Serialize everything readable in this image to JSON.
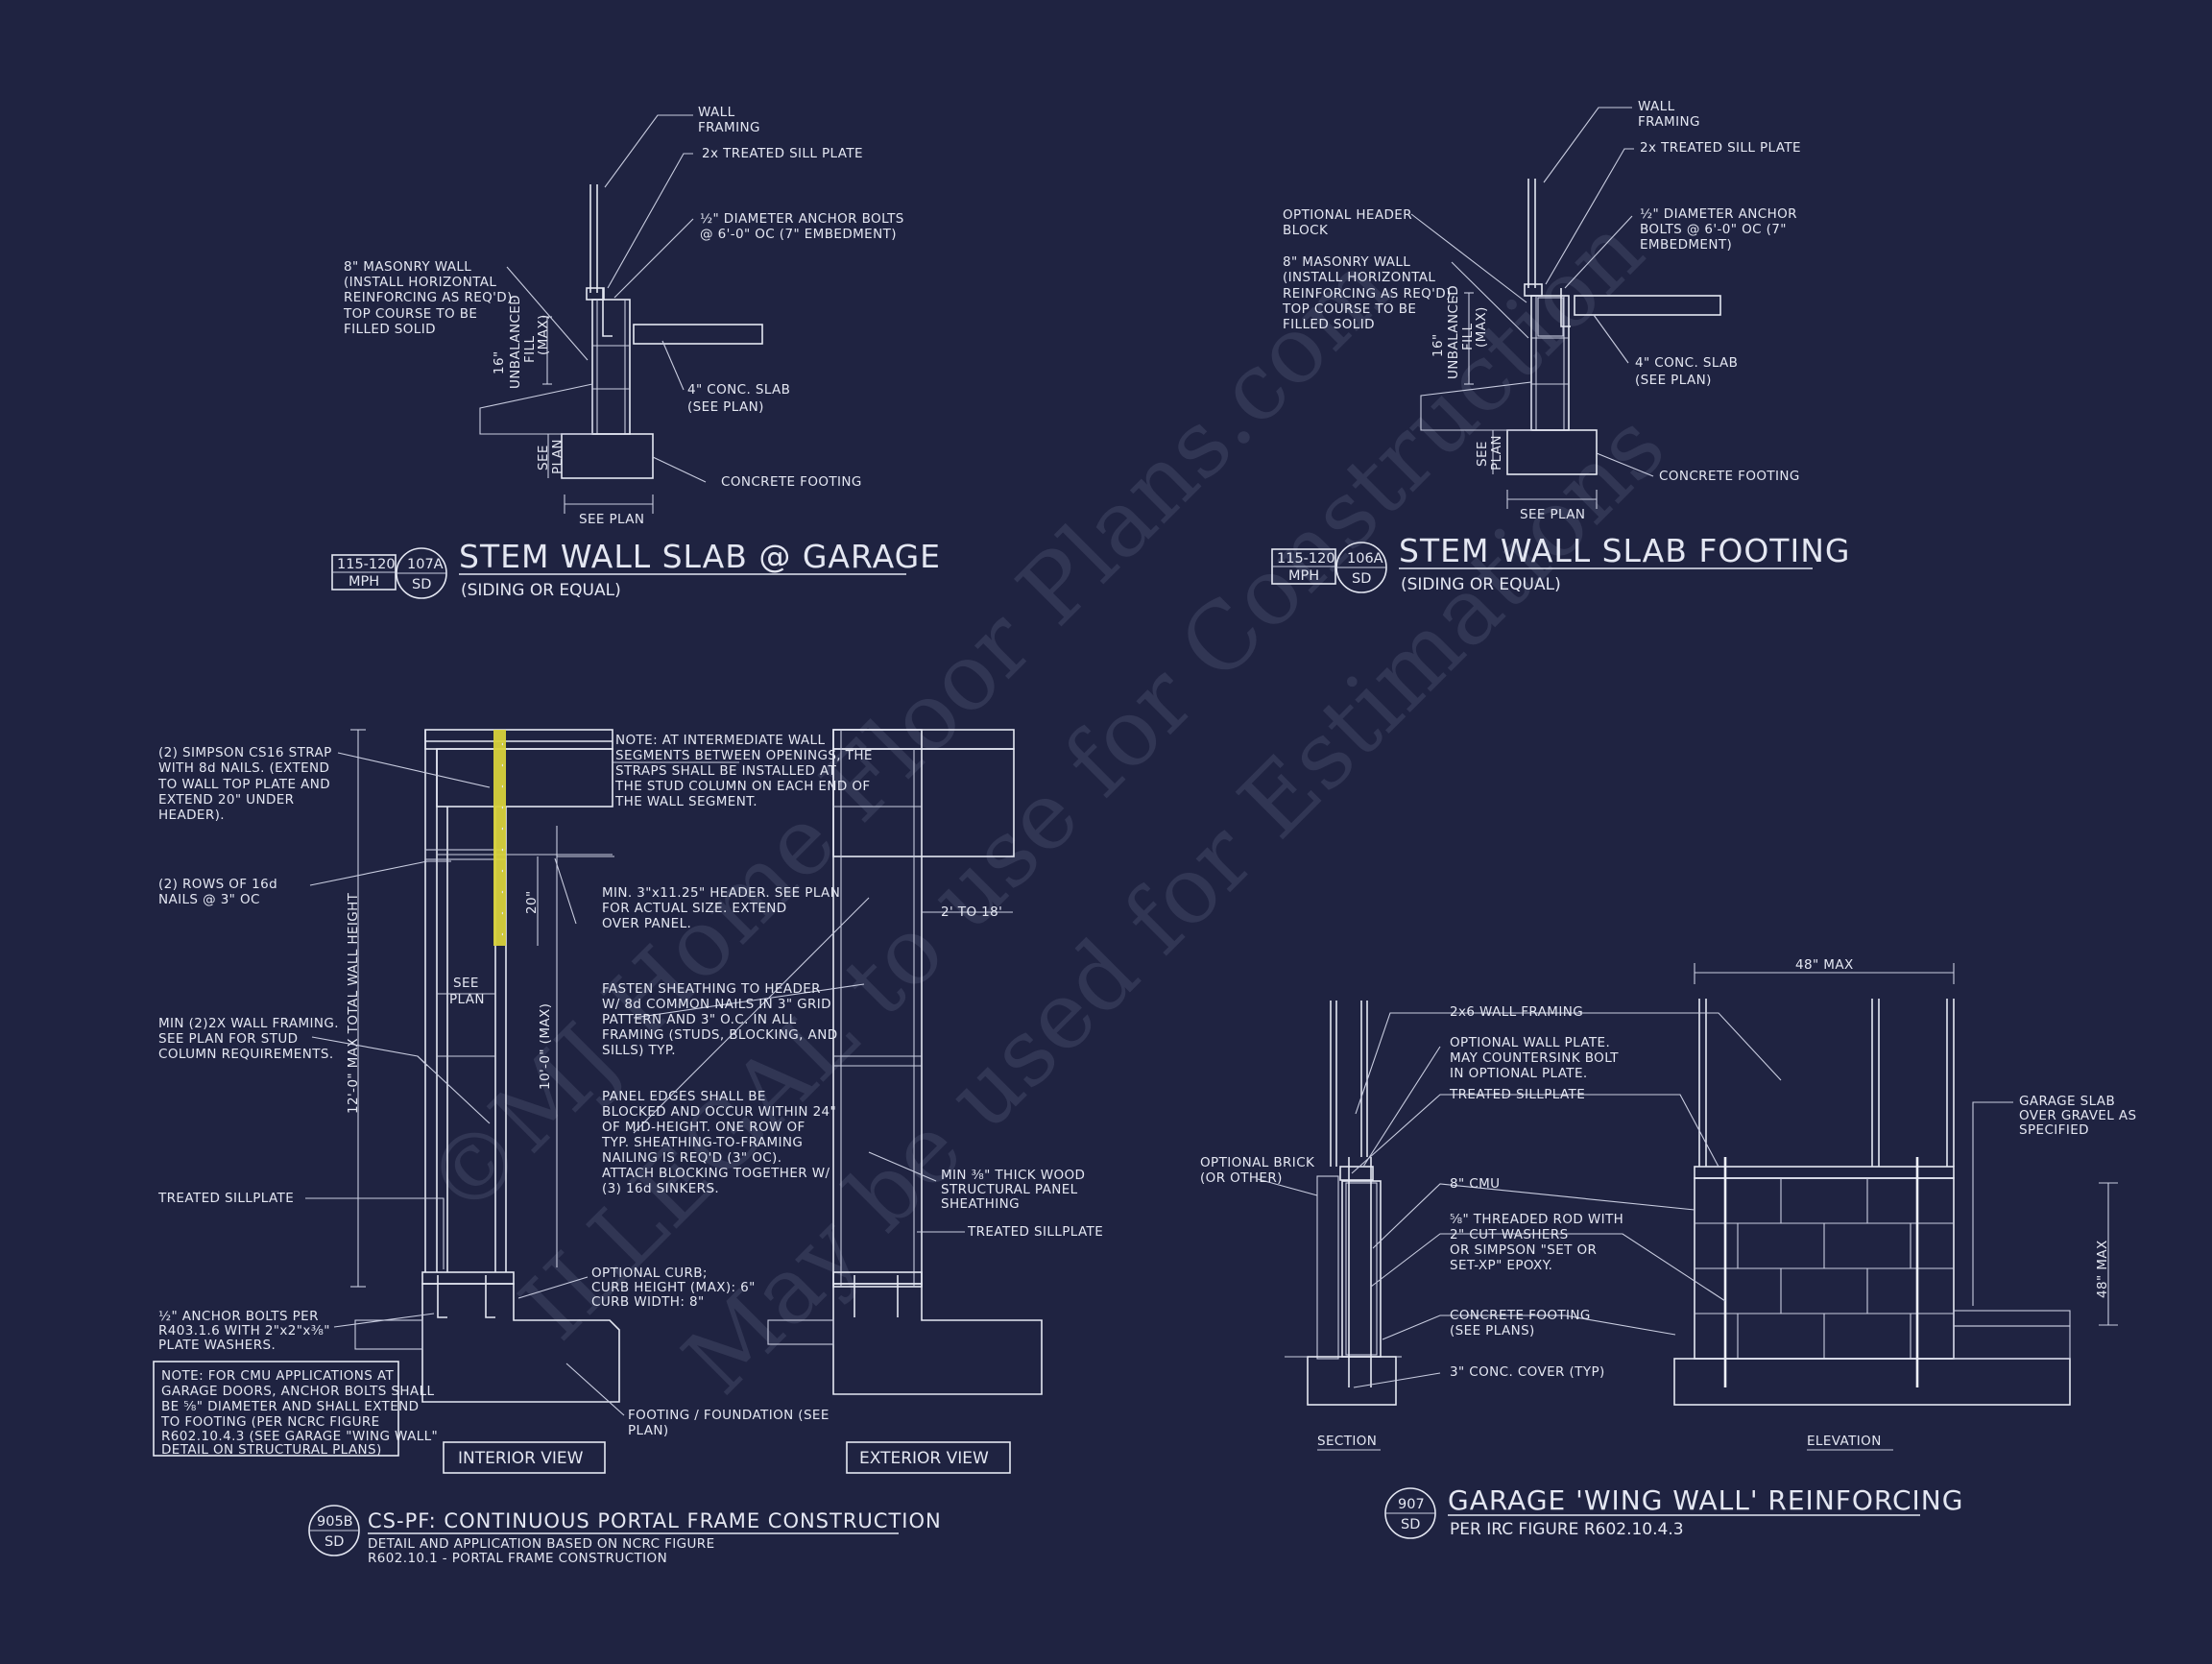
{
  "watermark": {
    "line1": "©MJ Home Floor Plans.com",
    "line2": "ILLEGAL to use for Construction",
    "line3": "May be used for Estimations"
  },
  "d1": {
    "num": "107A",
    "sht": "SD",
    "wind_top": "115-120",
    "wind_bot": "MPH",
    "title": "STEM WALL SLAB @ GARAGE",
    "subtitle": "(SIDING OR EQUAL)",
    "l_wall": [
      "WALL",
      "FRAMING"
    ],
    "l_sill": "2x TREATED SILL PLATE",
    "l_bolts": [
      "½\" DIAMETER ANCHOR BOLTS",
      "@ 6'-0\" OC (7\" EMBEDMENT)"
    ],
    "l_mas": [
      "8\" MASONRY WALL",
      "(INSTALL HORIZONTAL",
      "REINFORCING AS REQ'D).",
      "TOP COURSE TO BE",
      "FILLED SOLID"
    ],
    "l_slab": [
      "4\" CONC. SLAB",
      "(SEE PLAN)"
    ],
    "l_foot": "CONCRETE FOOTING",
    "dim_fill": [
      "16\"",
      "UNBALANCED",
      "FILL",
      "(MAX)"
    ],
    "dim_seeplan_v": [
      "SEE",
      "PLAN"
    ],
    "dim_seeplan_h": "SEE PLAN"
  },
  "d2": {
    "num": "106A",
    "sht": "SD",
    "wind_top": "115-120",
    "wind_bot": "MPH",
    "title": "STEM WALL SLAB FOOTING",
    "subtitle": "(SIDING OR EQUAL)",
    "l_wall": [
      "WALL",
      "FRAMING"
    ],
    "l_sill": "2x TREATED SILL PLATE",
    "l_bolts": [
      "½\" DIAMETER ANCHOR",
      "BOLTS @ 6'-0\" OC (7\"",
      "EMBEDMENT)"
    ],
    "l_hdr": [
      "OPTIONAL HEADER",
      "BLOCK"
    ],
    "l_mas": [
      "8\" MASONRY WALL",
      "(INSTALL HORIZONTAL",
      "REINFORCING AS REQ'D).",
      "TOP COURSE TO BE",
      "FILLED SOLID"
    ],
    "l_slab": [
      "4\" CONC. SLAB",
      "(SEE PLAN)"
    ],
    "l_foot": "CONCRETE FOOTING",
    "dim_fill": [
      "16\"",
      "UNBALANCED",
      "FILL",
      "(MAX)"
    ],
    "dim_seeplan_v": [
      "SEE",
      "PLAN"
    ],
    "dim_seeplan_h": "SEE PLAN"
  },
  "d3": {
    "num": "905B",
    "sht": "SD",
    "title": "CS-PF: CONTINUOUS PORTAL FRAME CONSTRUCTION",
    "sub1": "DETAIL AND APPLICATION BASED ON NCRC FIGURE",
    "sub2": "R602.10.1 - PORTAL FRAME CONSTRUCTION",
    "l_strap": [
      "(2) SIMPSON CS16 STRAP",
      "WITH 8d NAILS. (EXTEND",
      "TO WALL TOP PLATE AND",
      "EXTEND 20\" UNDER",
      "HEADER)."
    ],
    "l_nails": [
      "(2) ROWS OF 16d",
      "NAILS @ 3\" OC"
    ],
    "l_framing": [
      "MIN (2)2X WALL FRAMING.",
      "SEE PLAN FOR STUD",
      "COLUMN REQUIREMENTS."
    ],
    "l_sill": "TREATED SILLPLATE",
    "l_anchor": [
      "½\" ANCHOR BOLTS PER",
      "R403.1.6 WITH 2\"x2\"x⅜\"",
      "PLATE WASHERS."
    ],
    "note_box": [
      "NOTE: FOR CMU APPLICATIONS AT",
      "GARAGE DOORS, ANCHOR BOLTS SHALL",
      "BE ⅝\" DIAMETER AND SHALL EXTEND",
      "TO FOOTING (PER NCRC FIGURE",
      "R602.10.4.3 (SEE GARAGE \"WING WALL\"",
      "DETAIL ON STRUCTURAL PLANS)"
    ],
    "note_top": [
      "NOTE: AT INTERMEDIATE WALL",
      "SEGMENTS BETWEEN OPENINGS, THE",
      "STRAPS SHALL BE INSTALLED AT",
      "THE STUD COLUMN ON EACH END OF",
      "THE WALL SEGMENT."
    ],
    "l_header": [
      "MIN. 3\"x11.25\" HEADER. SEE PLAN",
      "FOR ACTUAL SIZE. EXTEND",
      "OVER PANEL."
    ],
    "l_fasten": [
      "FASTEN SHEATHING TO HEADER",
      "W/ 8d COMMON NAILS IN 3\" GRID",
      "PATTERN AND 3\" O.C. IN ALL",
      "FRAMING (STUDS, BLOCKING, AND",
      "SILLS) TYP."
    ],
    "l_panel": [
      "PANEL EDGES SHALL BE",
      "BLOCKED AND OCCUR WITHIN 24\"",
      "OF MID-HEIGHT. ONE ROW OF",
      "TYP. SHEATHING-TO-FRAMING",
      "NAILING IS REQ'D (3\" OC).",
      "ATTACH BLOCKING TOGETHER W/",
      "(3) 16d SINKERS."
    ],
    "l_curb": [
      "OPTIONAL CURB;",
      "CURB HEIGHT (MAX): 6\"",
      "CURB WIDTH: 8\""
    ],
    "l_footing": [
      "FOOTING / FOUNDATION (SEE",
      "PLAN)"
    ],
    "l_sheath": [
      "MIN ⅜\" THICK WOOD",
      "STRUCTURAL PANEL",
      "SHEATHING"
    ],
    "l_sill2": "TREATED SILLPLATE",
    "dim_total": "12'-0\" MAX TOTAL WALL HEIGHT",
    "dim_10": "10'-0\" (MAX)",
    "dim_20": "20\"",
    "dim_218": "2' TO 18'",
    "seeplan": [
      "SEE",
      "PLAN"
    ],
    "view_int": "INTERIOR VIEW",
    "view_ext": "EXTERIOR VIEW"
  },
  "d4": {
    "num": "907",
    "sht": "SD",
    "title": "GARAGE 'WING WALL' REINFORCING",
    "sub": "PER IRC FIGURE R602.10.4.3",
    "l_2x6": "2x6 WALL FRAMING",
    "l_plate": [
      "OPTIONAL WALL PLATE.",
      "MAY COUNTERSINK BOLT",
      "IN OPTIONAL PLATE."
    ],
    "l_sill": "TREATED SILLPLATE",
    "l_brick": [
      "OPTIONAL BRICK",
      "(OR OTHER)"
    ],
    "l_cmu": "8\" CMU",
    "l_rod": [
      "⅝\" THREADED ROD WITH",
      "2\" CUT WASHERS",
      "OR SIMPSON \"SET OR",
      "SET-XP\" EPOXY."
    ],
    "l_foot": [
      "CONCRETE FOOTING",
      "(SEE PLANS)"
    ],
    "l_cover": "3\" CONC. COVER (TYP)",
    "l_garage": [
      "GARAGE SLAB",
      "OVER GRAVEL AS",
      "SPECIFIED"
    ],
    "dim_48w": "48\" MAX",
    "dim_48h": "48\" MAX",
    "lbl_section": "SECTION",
    "lbl_elev": "ELEVATION"
  }
}
